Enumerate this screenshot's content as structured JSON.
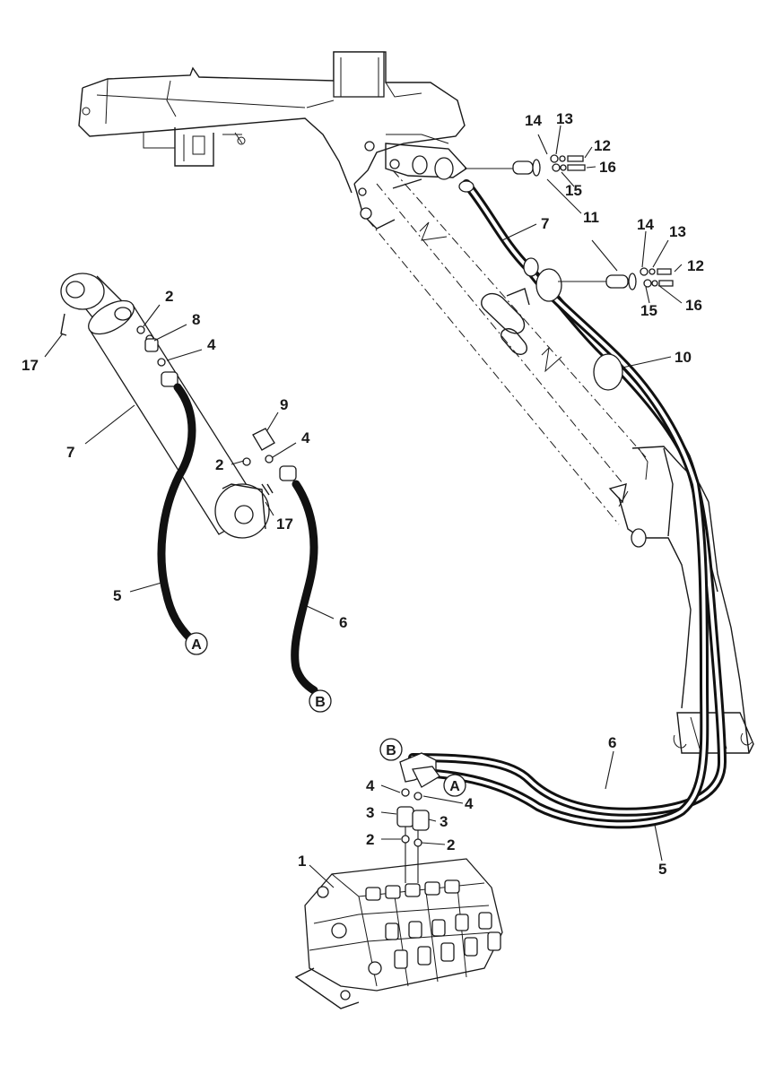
{
  "labels": {
    "l1": "1",
    "l2a": "2",
    "l2b": "2",
    "l2c": "2",
    "l2d": "2",
    "l3a": "3",
    "l3b": "3",
    "l4a": "4",
    "l4b": "4",
    "l4c": "4",
    "l4d": "4",
    "l5a": "5",
    "l5b": "5",
    "l6a": "6",
    "l6b": "6",
    "l7a": "7",
    "l7b": "7",
    "l8": "8",
    "l9": "9",
    "l10": "10",
    "l11": "11",
    "l12a": "12",
    "l12b": "12",
    "l13a": "13",
    "l13b": "13",
    "l14a": "14",
    "l14b": "14",
    "l15a": "15",
    "l15b": "15",
    "l16a": "16",
    "l16b": "16",
    "l17a": "17",
    "l17b": "17"
  },
  "connectors": {
    "a_top": "A",
    "b_top": "B",
    "a_bottom": "A",
    "b_bottom": "B"
  }
}
